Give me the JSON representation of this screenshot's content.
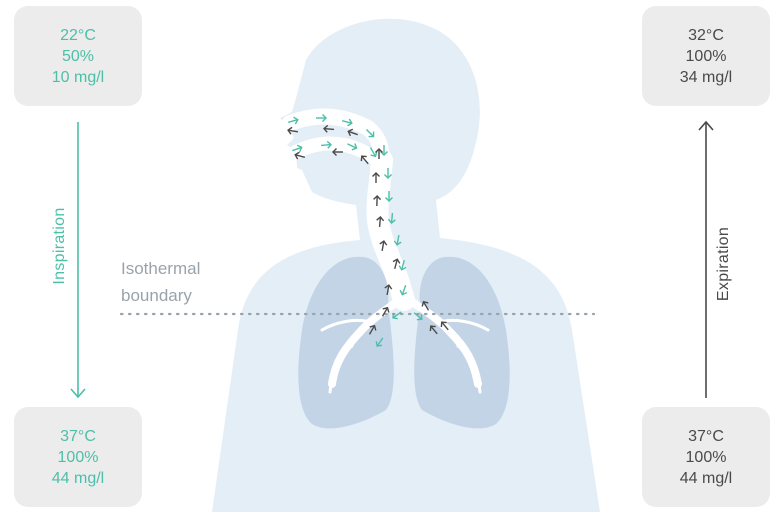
{
  "inspiration_label": "Inspiration",
  "expiration_label": "Expiration",
  "isothermal_label": [
    "Isothermal",
    "boundary"
  ],
  "top_left": {
    "temp": "22°C",
    "humidity": "50%",
    "absolute": "10 mg/l"
  },
  "bottom_left": {
    "temp": "37°C",
    "humidity": "100%",
    "absolute": "44 mg/l"
  },
  "top_right": {
    "temp": "32°C",
    "humidity": "100%",
    "absolute": "34 mg/l"
  },
  "bottom_right": {
    "temp": "37°C",
    "humidity": "100%",
    "absolute": "44 mg/l"
  },
  "colors": {
    "inspiration": "#4dbfa8",
    "expiration": "#4a4a4a",
    "body": "#e4eef7",
    "lungs": "#c3d4e6",
    "box": "#ececec",
    "boundary": "#9aa3ab"
  }
}
